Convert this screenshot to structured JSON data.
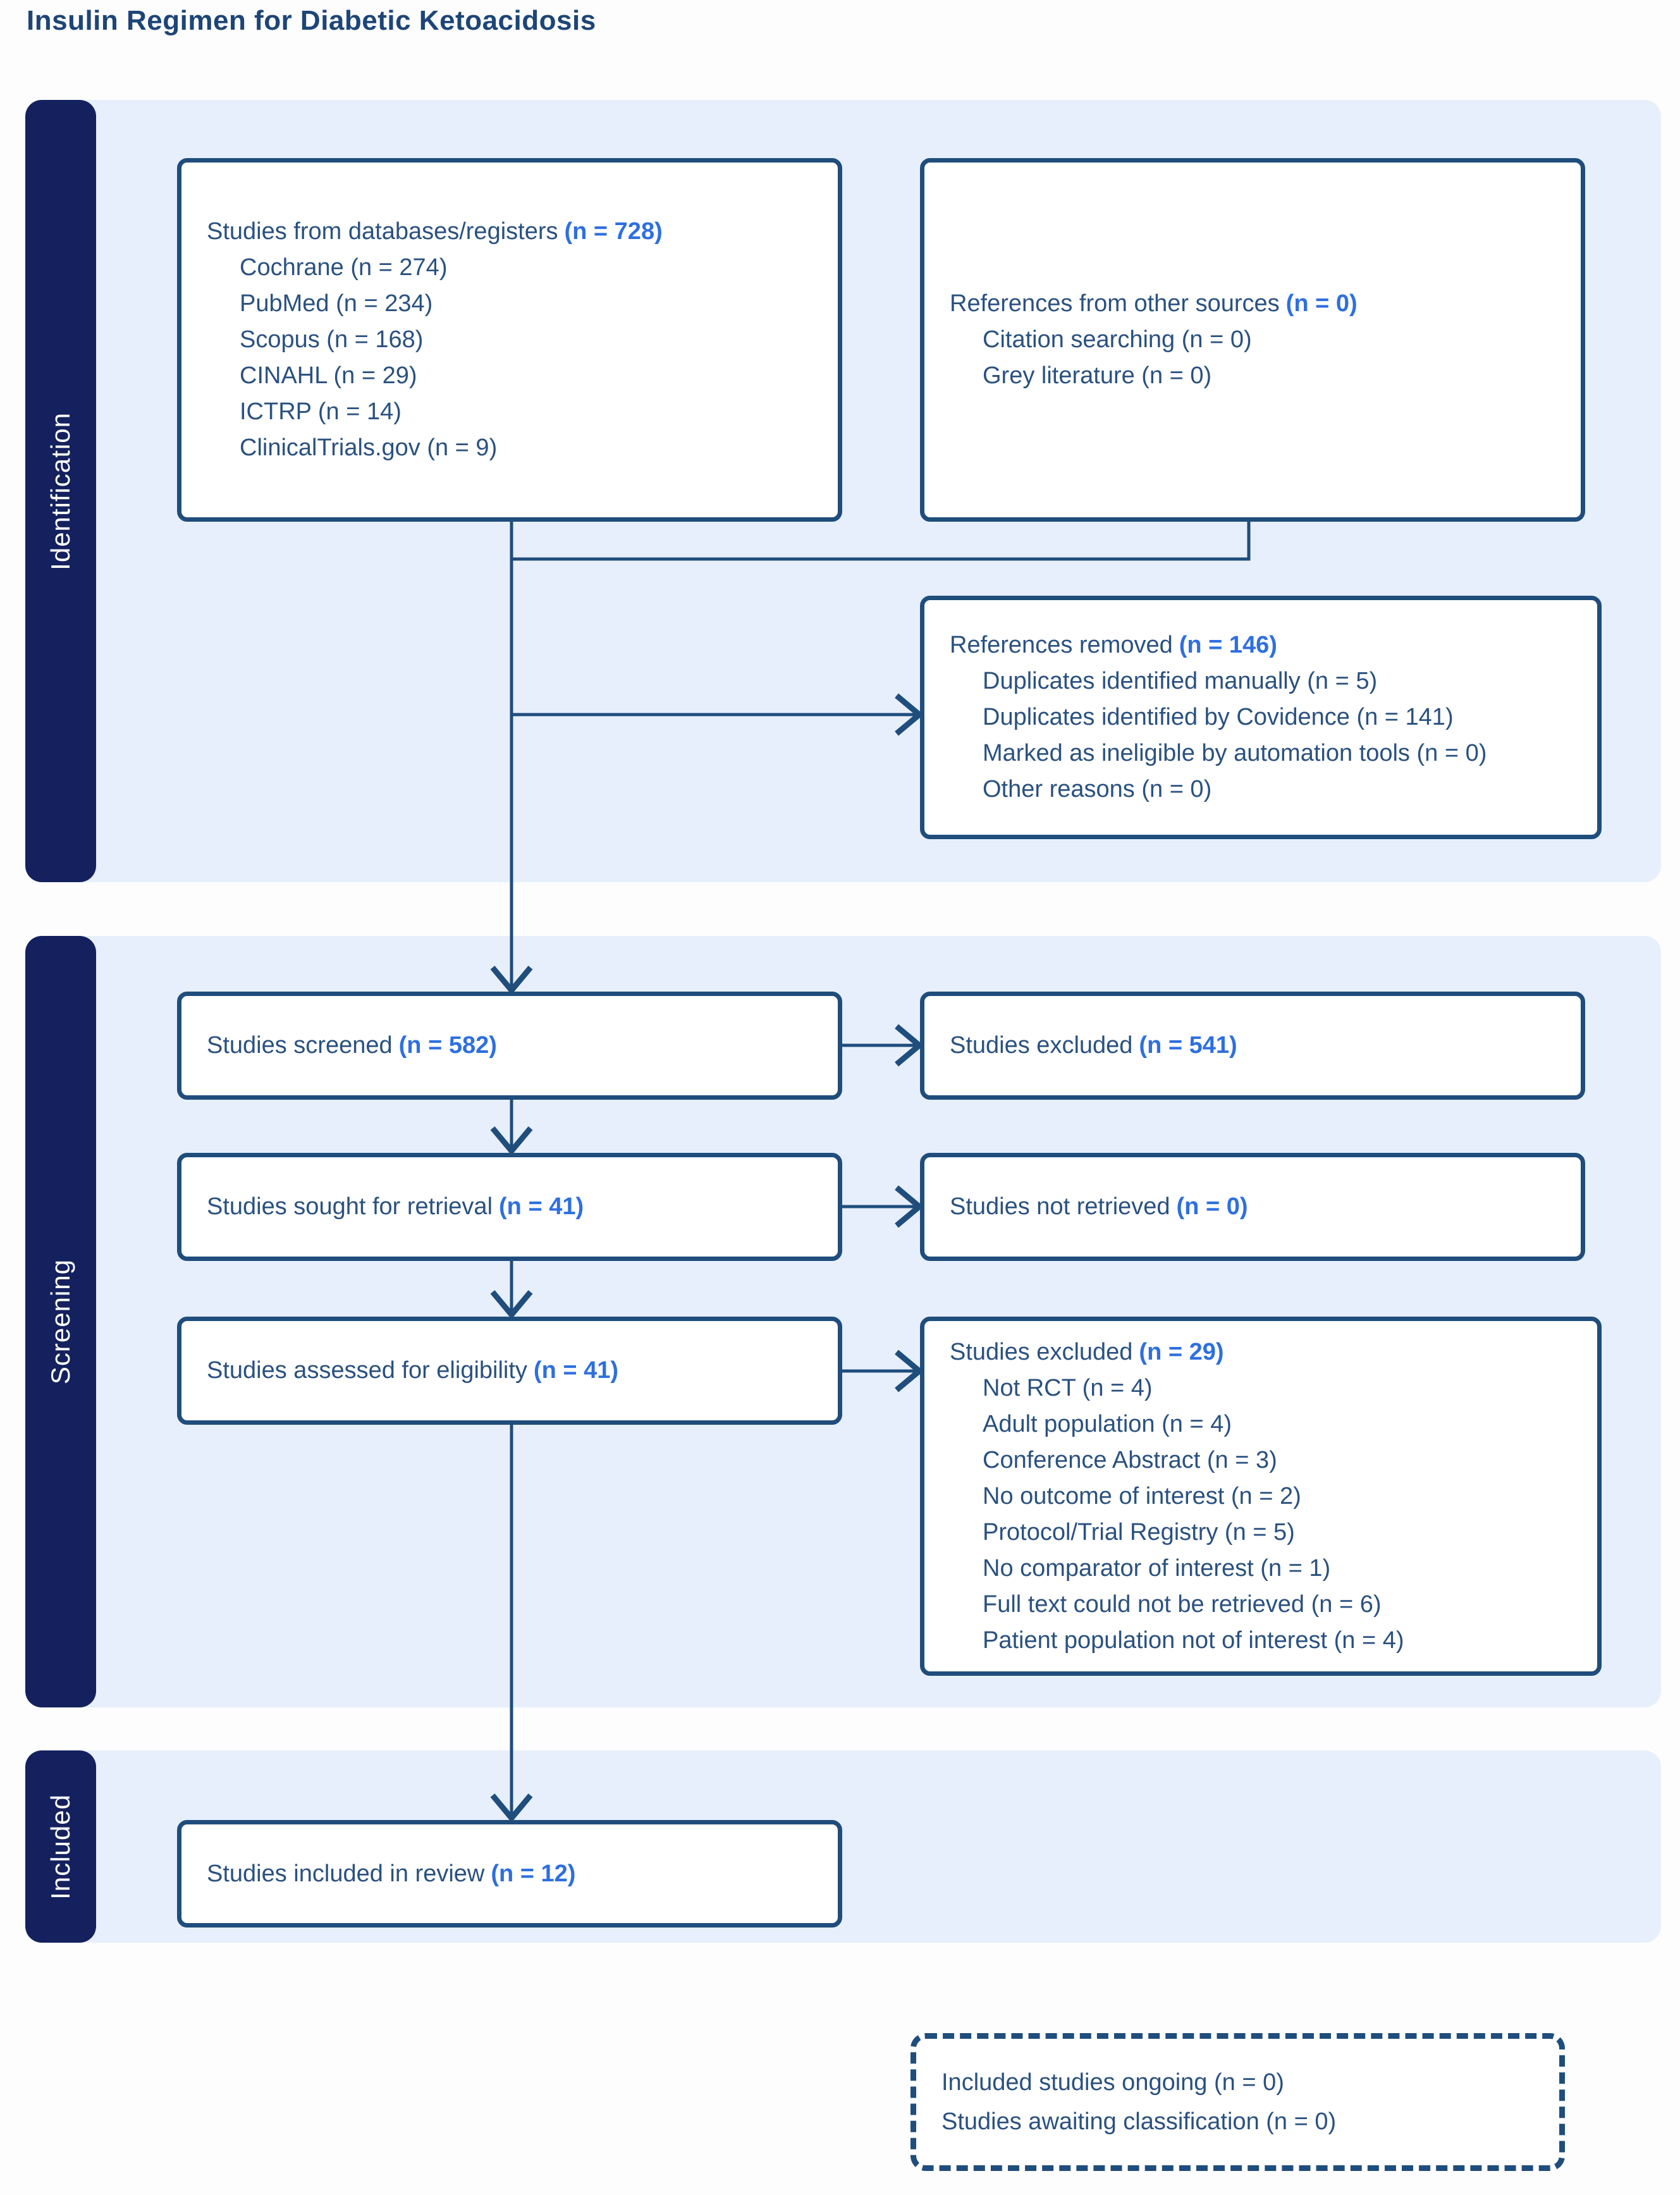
{
  "title": "Insulin Regimen for Diabetic Ketoacidosis",
  "colors": {
    "accent": "#2e6fe0",
    "line": "#1f4d7c",
    "text": "#2a5180",
    "navy": "#14215e",
    "band": "#e7effc",
    "title": "#1d4577"
  },
  "stages": {
    "identification": "Identification",
    "screening": "Screening",
    "included": "Included"
  },
  "boxes": {
    "databases": {
      "title": "Studies from databases/registers",
      "n": "(n = 728)",
      "items": [
        "Cochrane (n = 274)",
        "PubMed (n = 234)",
        "Scopus (n = 168)",
        "CINAHL (n = 29)",
        "ICTRP (n = 14)",
        "ClinicalTrials.gov (n = 9)"
      ]
    },
    "other_sources": {
      "title": "References from other sources",
      "n": "(n = 0)",
      "items": [
        "Citation searching (n = 0)",
        "Grey literature (n = 0)"
      ]
    },
    "references_removed": {
      "title": "References removed",
      "n": "(n = 146)",
      "items": [
        "Duplicates identified manually (n = 5)",
        "Duplicates identified by Covidence (n = 141)",
        "Marked as ineligible by automation tools (n = 0)",
        "Other reasons (n = 0)"
      ]
    },
    "screened": {
      "title": "Studies screened",
      "n": "(n = 582)"
    },
    "excluded_screening": {
      "title": "Studies excluded",
      "n": "(n = 541)"
    },
    "sought": {
      "title": "Studies sought for retrieval",
      "n": "(n = 41)"
    },
    "not_retrieved": {
      "title": "Studies not retrieved",
      "n": "(n = 0)"
    },
    "assessed": {
      "title": "Studies assessed for eligibility",
      "n": "(n = 41)"
    },
    "excluded_eligibility": {
      "title": "Studies excluded",
      "n": "(n = 29)",
      "items": [
        "Not RCT (n = 4)",
        "Adult population (n = 4)",
        "Conference Abstract (n = 3)",
        "No outcome of interest (n = 2)",
        "Protocol/Trial Registry (n = 5)",
        "No comparator of interest (n = 1)",
        "Full text could not be retrieved (n = 6)",
        "Patient population not of interest (n = 4)"
      ]
    },
    "included_review": {
      "title": "Studies included in review",
      "n": "(n = 12)"
    },
    "ongoing": {
      "items": [
        "Included studies ongoing (n = 0)",
        "Studies awaiting classification (n = 0)"
      ]
    }
  }
}
